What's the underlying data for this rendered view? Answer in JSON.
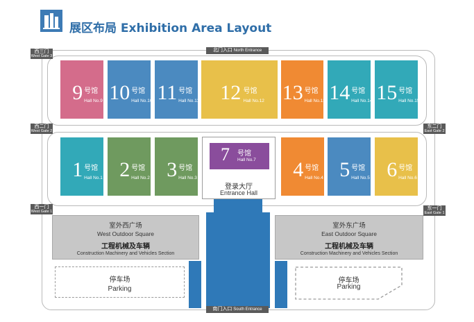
{
  "title": {
    "icon": "building-icon",
    "text": "展区布局 Exhibition Area Layout"
  },
  "colors": {
    "title_blue": "#2f6ea8",
    "path_blue": "#2f79b8",
    "gate_grey": "#5a5a5a",
    "area_grey": "#c7c7c7",
    "pink": "#d46c8b",
    "steel": "#4b8ac0",
    "yellow": "#e8c04a",
    "orange": "#f08a33",
    "teal": "#32a9b8",
    "green": "#6f9a5f",
    "purple": "#8a4d9c"
  },
  "gates": {
    "north": {
      "cn": "北门入口",
      "en": "North Entrance"
    },
    "south": {
      "cn": "南门入口",
      "en": "South Entrance"
    },
    "west3": {
      "cn": "西三门",
      "en": "West Gate 3"
    },
    "west2": {
      "cn": "西二门",
      "en": "West Gate 2"
    },
    "west1": {
      "cn": "西一门",
      "en": "West Gate 1"
    },
    "east2": {
      "cn": "东二门",
      "en": "East Gate 2"
    },
    "east1": {
      "cn": "东一门",
      "en": "East Gate 1"
    }
  },
  "halls_top": [
    {
      "num": "9",
      "cn": "号馆",
      "en": "Hall No.9",
      "color": "#d46c8b"
    },
    {
      "num": "10",
      "cn": "号馆",
      "en": "Hall No.10",
      "color": "#4b8ac0"
    },
    {
      "num": "11",
      "cn": "号馆",
      "en": "Hall No.11",
      "color": "#4b8ac0"
    },
    {
      "num": "12",
      "cn": "号馆",
      "en": "Hall No.12",
      "color": "#e8c04a"
    },
    {
      "num": "13",
      "cn": "号馆",
      "en": "Hall No.13",
      "color": "#f08a33"
    },
    {
      "num": "14",
      "cn": "号馆",
      "en": "Hall No.14",
      "color": "#32a9b8"
    },
    {
      "num": "15",
      "cn": "号馆",
      "en": "Hall No.15",
      "color": "#32a9b8"
    }
  ],
  "halls_mid": [
    {
      "num": "1",
      "cn": "号馆",
      "en": "Hall No.1",
      "color": "#32a9b8"
    },
    {
      "num": "2",
      "cn": "号馆",
      "en": "Hall No.2",
      "color": "#6f9a5f"
    },
    {
      "num": "3",
      "cn": "号馆",
      "en": "Hall No.3",
      "color": "#6f9a5f"
    },
    {
      "num": "4",
      "cn": "号馆",
      "en": "Hall No.4",
      "color": "#f08a33"
    },
    {
      "num": "5",
      "cn": "号馆",
      "en": "Hall No.5",
      "color": "#4b8ac0"
    },
    {
      "num": "6",
      "cn": "号馆",
      "en": "Hall No.6",
      "color": "#e8c04a"
    }
  ],
  "hall7": {
    "num": "7",
    "cn": "号馆",
    "en": "Hall No.7",
    "color": "#8a4d9c"
  },
  "entrance_hall": {
    "cn": "登录大厅",
    "en": "Entrance Hall"
  },
  "west_square": {
    "cn": "室外西广场",
    "en": "West Outdoor Square",
    "sec_cn": "工程机械及车辆",
    "sec_en": "Construction Machinery and Vehicles Section"
  },
  "east_square": {
    "cn": "室外东广场",
    "en": "East Outdoor Square",
    "sec_cn": "工程机械及车辆",
    "sec_en": "Construction Machinery and Vehicles Section"
  },
  "parking_west": {
    "cn": "停车场",
    "en": "Parking"
  },
  "parking_east": {
    "cn": "停车场",
    "en": "Parking"
  }
}
